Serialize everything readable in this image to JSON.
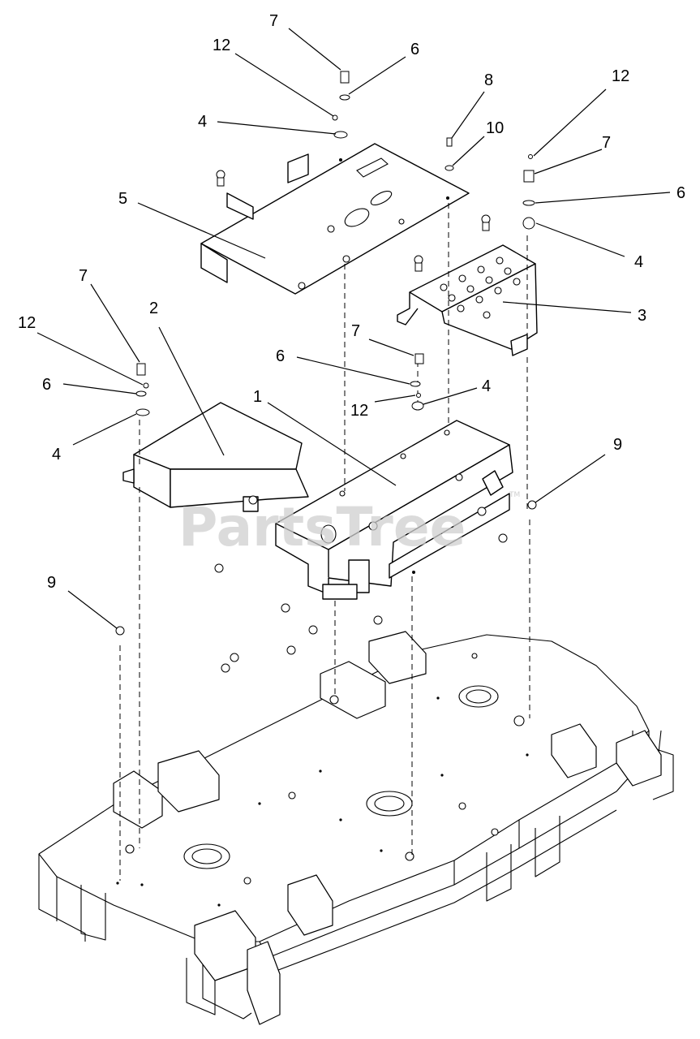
{
  "watermark": {
    "text": "PartsTree",
    "tm": "TM"
  },
  "callouts": [
    {
      "label": "7"
    },
    {
      "label": "12"
    },
    {
      "label": "6"
    },
    {
      "label": "4"
    },
    {
      "label": "8"
    },
    {
      "label": "10"
    },
    {
      "label": "12"
    },
    {
      "label": "7"
    },
    {
      "label": "6"
    },
    {
      "label": "4"
    },
    {
      "label": "5"
    },
    {
      "label": "3"
    },
    {
      "label": "7"
    },
    {
      "label": "2"
    },
    {
      "label": "12"
    },
    {
      "label": "6"
    },
    {
      "label": "4"
    },
    {
      "label": "7"
    },
    {
      "label": "6"
    },
    {
      "label": "1"
    },
    {
      "label": "12"
    },
    {
      "label": "4"
    },
    {
      "label": "9"
    },
    {
      "label": "9"
    }
  ]
}
